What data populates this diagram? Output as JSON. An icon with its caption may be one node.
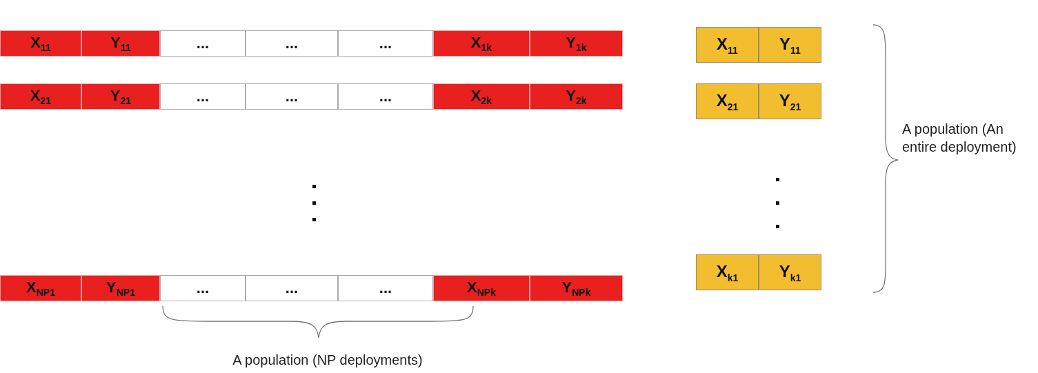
{
  "diagram": {
    "nodes": [
      {
        "text": [
          "X$_{11}$"
        ]
      },
      {
        "text": [
          "Y$_{11}$"
        ]
      },
      {
        "text": [
          "..."
        ]
      },
      {
        "text": [
          "..."
        ]
      },
      {
        "text": [
          "..."
        ]
      },
      {
        "text": [
          "X$_{1k}$"
        ]
      },
      {
        "text": [
          "Y$_{1k}$"
        ]
      },
      {
        "text": [
          "X$_{21}$"
        ]
      },
      {
        "text": [
          "Y$_{21}$"
        ]
      },
      {
        "text": [
          "..."
        ]
      },
      {
        "text": [
          "..."
        ]
      },
      {
        "text": [
          "..."
        ]
      },
      {
        "text": [
          "X$_{2k}$"
        ]
      },
      {
        "text": [
          "Y$_{2k}$"
        ]
      },
      {
        "text": [
          "X$_{NP1}$"
        ]
      },
      {
        "text": [
          "Y$_{NP1}$"
        ]
      },
      {
        "text": [
          "..."
        ]
      },
      {
        "text": [
          "..."
        ]
      },
      {
        "text": [
          "..."
        ]
      },
      {
        "text": [
          "X$_{NPk}$"
        ]
      },
      {
        "text": [
          "Y$_{NPk}$"
        ]
      },
      {
        "text": [
          "X$_{11}$"
        ]
      },
      {
        "text": [
          "Y$_{11}$"
        ]
      },
      {
        "text": [
          "X$_{21}$"
        ]
      },
      {
        "text": [
          "Y$_{21}$"
        ]
      },
      {
        "text": [
          "X$_{k1}$"
        ]
      },
      {
        "text": [
          "Y$_{k1}$"
        ]
      }
    ],
    "labels": [
      "A population (An entire deployment)",
      "A population (NP deployments)"
    ]
  }
}
